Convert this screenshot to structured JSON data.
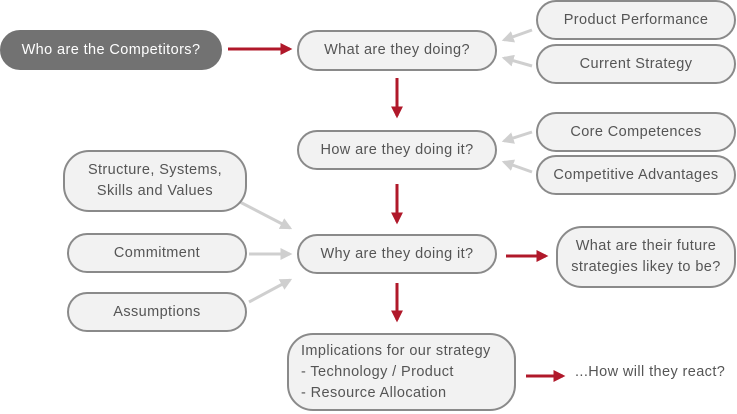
{
  "nodes": {
    "competitors": "Who are the Competitors?",
    "what_doing": "What are they doing?",
    "product_performance": "Product Performance",
    "current_strategy": "Current Strategy",
    "how_doing": "How are they doing it?",
    "core_competences": "Core Competences",
    "competitive_advantages": "Competitive Advantages",
    "structure_systems": "Structure, Systems,\nSkills and Values",
    "commitment": "Commitment",
    "why_doing": "Why are they doing it?",
    "assumptions": "Assumptions",
    "future_strategies": "What are their future\nstrategies likey to be?",
    "implications": "Implications for our strategy\n- Technology / Product\n- Resource Allocation",
    "how_react": "...How will they react?"
  },
  "colors": {
    "primary_arrow": "#b0182a",
    "secondary_arrow": "#cfcfcf",
    "highlight_node": "#727272",
    "node_fill": "#f2f2f2",
    "node_border": "#8a8a8a",
    "text": "#555555"
  }
}
